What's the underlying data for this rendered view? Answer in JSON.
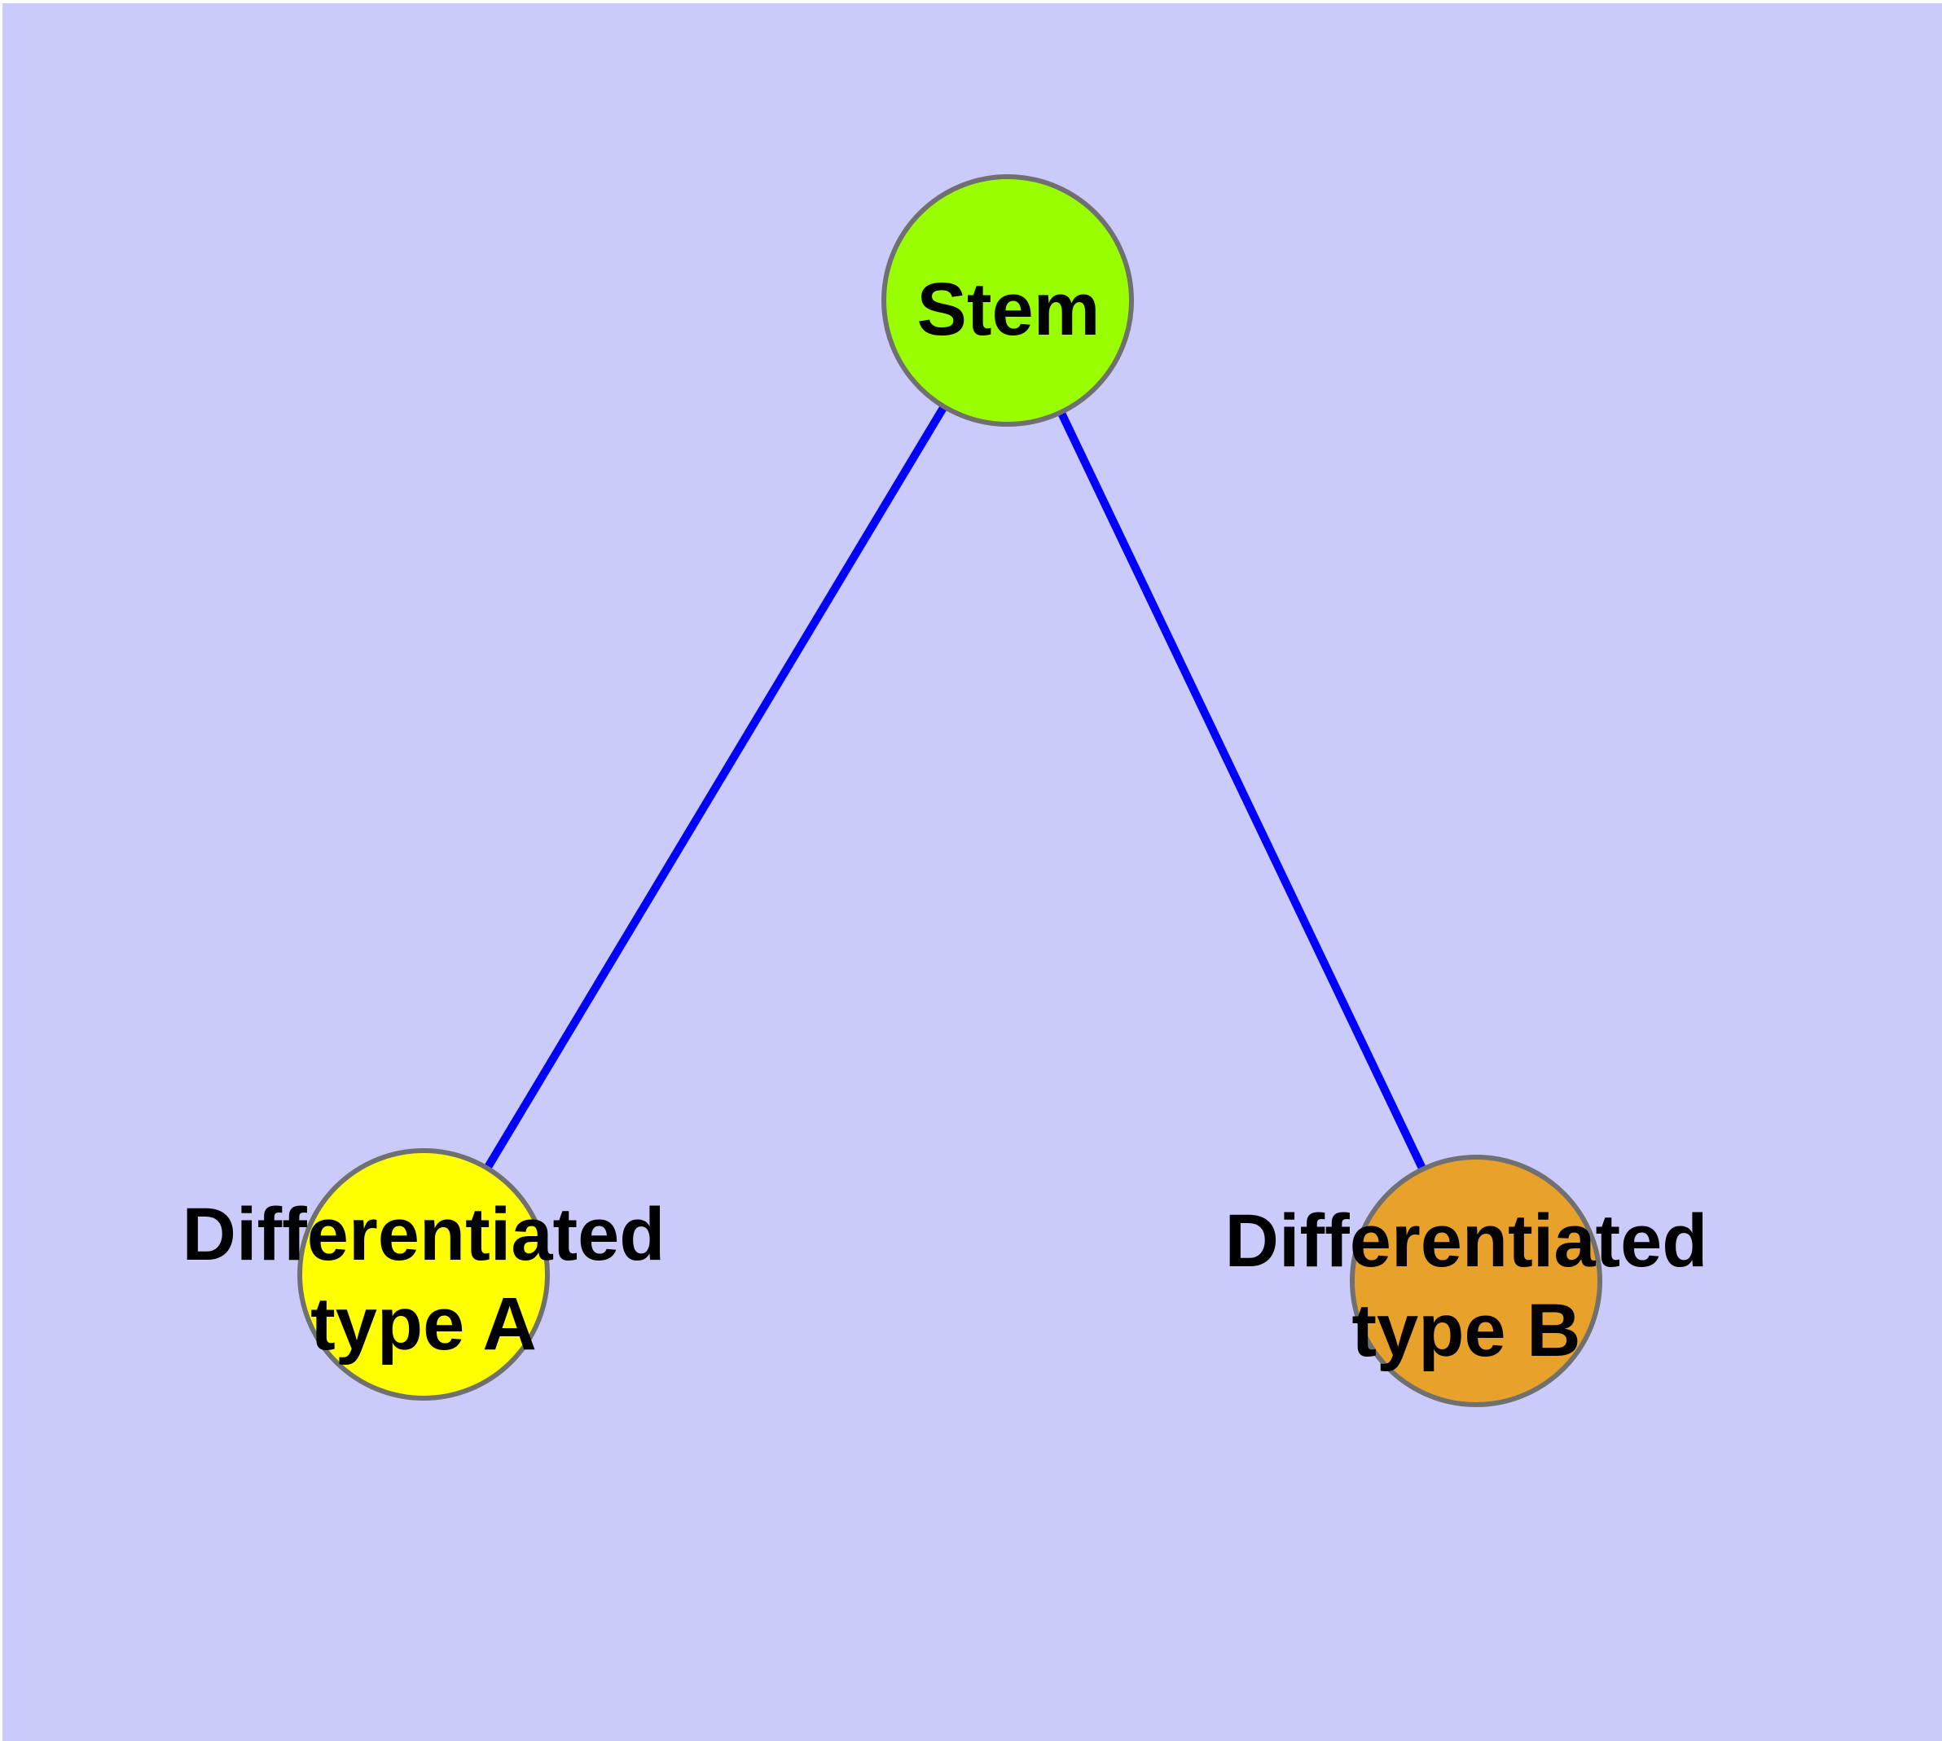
{
  "figure": {
    "background_color": "#CBCBFB",
    "margin_color": "#FFFFFF",
    "edge_color": "#0000FF",
    "node_border_color": "#707070",
    "label_color": "#000000"
  },
  "nodes": [
    {
      "id": "stem",
      "label": "Stem",
      "fill": "#99FF00"
    },
    {
      "id": "differentiated-type-a",
      "label_line1": "Differentiated",
      "label_line2": "type A",
      "fill": "#FFFF00"
    },
    {
      "id": "differentiated-type-b",
      "label_line1": "Differentiated",
      "label_line2": "type B",
      "fill": "#E8A22B"
    }
  ],
  "edges": [
    {
      "from": "Stem",
      "to": "Differentiated type A"
    },
    {
      "from": "Stem",
      "to": "Differentiated type B"
    }
  ]
}
